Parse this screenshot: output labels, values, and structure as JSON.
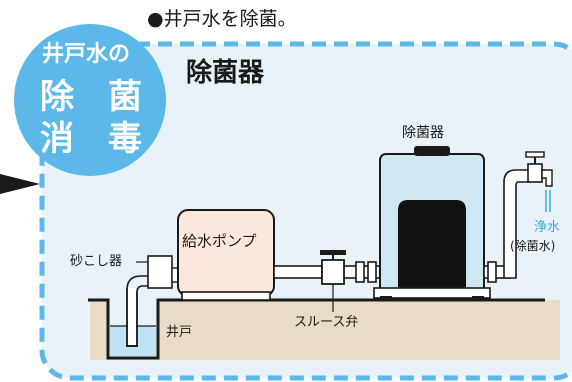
{
  "header": {
    "caption": "●井戸水を除菌。"
  },
  "badge": {
    "line1": "井戸水の",
    "line2": "除　菌",
    "line3": "消　毒"
  },
  "panel": {
    "title": "除菌器"
  },
  "labels": {
    "sterilizer": "除菌器",
    "pump": "給水ポンプ",
    "sand_filter": "砂こし器",
    "well": "井戸",
    "sluice_valve": "スルース弁",
    "clean_water": "浄水",
    "clean_water_note": "(除菌水)"
  },
  "colors": {
    "badge": "#5bb8e8",
    "dashed_border": "#5bb8e8",
    "panel_fill": "#e8f2f8",
    "ground": "#e9dcc6",
    "pump_fill": "#fbe8dc",
    "tank_fill": "#cfe6f3",
    "water": "#bfe3f5",
    "clean_water_text": "#39a9dc",
    "arrow": "#1a1a1a"
  }
}
